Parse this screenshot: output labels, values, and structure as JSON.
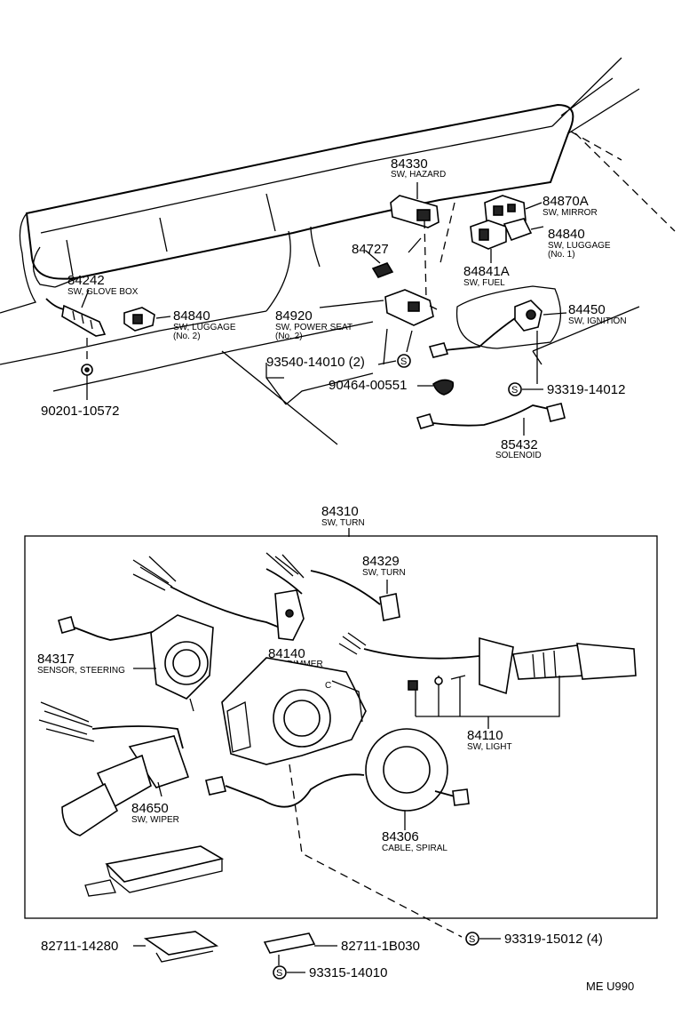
{
  "callouts": {
    "c84330": {
      "num": "84330",
      "name": "SW, HAZARD"
    },
    "c84870A": {
      "num": "84870A",
      "name": "SW, MIRROR"
    },
    "c84840a": {
      "num": "84840",
      "name": "SW, LUGGAGE",
      "note": "(No. 1)"
    },
    "c84727": {
      "num": "84727"
    },
    "c84841A": {
      "num": "84841A",
      "name": "SW, FUEL"
    },
    "c84450": {
      "num": "84450",
      "name": "SW, IGNITION"
    },
    "c84242": {
      "num": "84242",
      "name": "SW, GLOVE BOX"
    },
    "c84840b": {
      "num": "84840",
      "name": "SW, LUGGAGE",
      "note": "(No. 2)"
    },
    "c84920": {
      "num": "84920",
      "name": "SW, POWER SEAT",
      "note": "(No. 2)"
    },
    "c93540": {
      "num": "93540-14010 (2)"
    },
    "c90464": {
      "num": "90464-00551"
    },
    "c93319a": {
      "num": "93319-14012"
    },
    "c90201": {
      "num": "90201-10572"
    },
    "c85432": {
      "num": "85432",
      "name": "SOLENOID"
    },
    "c84310": {
      "num": "84310",
      "name": "SW, TURN"
    },
    "c84329": {
      "num": "84329",
      "name": "SW, TURN"
    },
    "c84317": {
      "num": "84317",
      "name": "SENSOR, STEERING"
    },
    "c84140": {
      "num": "84140",
      "name": "SW, DIMMER"
    },
    "c84110": {
      "num": "84110",
      "name": "SW, LIGHT"
    },
    "c84650": {
      "num": "84650",
      "name": "SW, WIPER"
    },
    "c84306": {
      "num": "84306",
      "name": "CABLE, SPIRAL"
    },
    "c82711a": {
      "num": "82711-14280"
    },
    "c82711b": {
      "num": "82711-1B030"
    },
    "c93319b": {
      "num": "93319-15012 (4)"
    },
    "c93315": {
      "num": "93315-14010"
    }
  },
  "symbols": {
    "s_label": "S"
  },
  "footer": {
    "code": "ME U990"
  }
}
